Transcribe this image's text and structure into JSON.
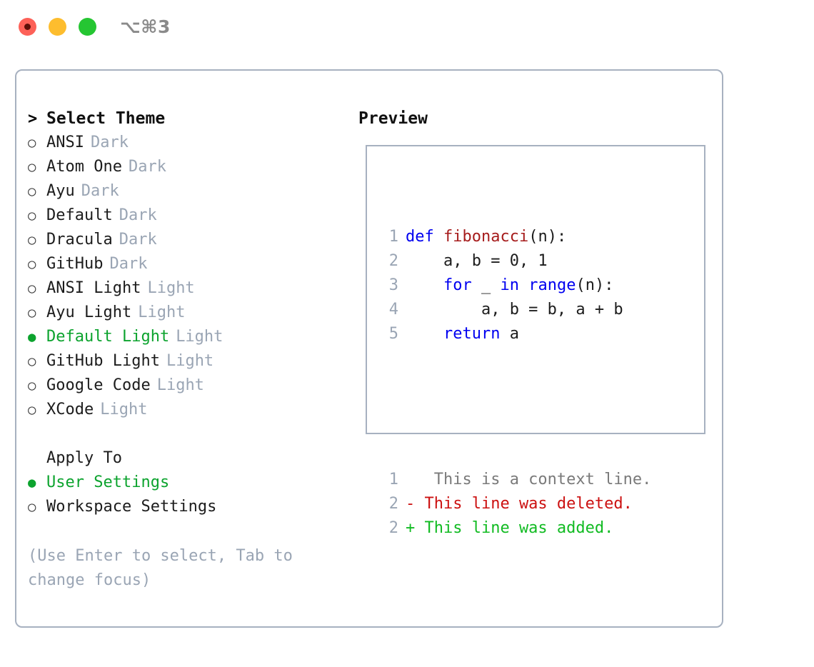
{
  "window": {
    "shortcut": "⌥⌘3",
    "traffic_lights": [
      {
        "name": "close",
        "color": "#fd6158"
      },
      {
        "name": "minimize",
        "color": "#fdbd2e"
      },
      {
        "name": "maximize",
        "color": "#25c632"
      }
    ]
  },
  "colors": {
    "accent_green": "#0ca32e",
    "muted": "#9aa5b4",
    "border": "#a7b1c0",
    "keyword_blue": "#0000f0",
    "function_red": "#a61c1c",
    "diff_delete": "#cc1111",
    "diff_add": "#11bb22",
    "diff_context": "#7a7a7a"
  },
  "theme_list": {
    "header": "Select Theme",
    "header_marker": ">",
    "marker_unselected": "○",
    "marker_selected": "●",
    "items": [
      {
        "label": "ANSI",
        "suffix": "Dark",
        "selected": false
      },
      {
        "label": "Atom One",
        "suffix": "Dark",
        "selected": false
      },
      {
        "label": "Ayu",
        "suffix": "Dark",
        "selected": false
      },
      {
        "label": "Default",
        "suffix": "Dark",
        "selected": false
      },
      {
        "label": "Dracula",
        "suffix": "Dark",
        "selected": false
      },
      {
        "label": "GitHub",
        "suffix": "Dark",
        "selected": false
      },
      {
        "label": "ANSI Light",
        "suffix": "Light",
        "selected": false
      },
      {
        "label": "Ayu Light",
        "suffix": "Light",
        "selected": false
      },
      {
        "label": "Default Light",
        "suffix": "Light",
        "selected": true
      },
      {
        "label": "GitHub Light",
        "suffix": "Light",
        "selected": false
      },
      {
        "label": "Google Code",
        "suffix": "Light",
        "selected": false
      },
      {
        "label": "XCode",
        "suffix": "Light",
        "selected": false
      }
    ]
  },
  "apply_to": {
    "title": "Apply To",
    "options": [
      {
        "label": "User Settings",
        "selected": true
      },
      {
        "label": "Workspace Settings",
        "selected": false
      }
    ]
  },
  "hint": "(Use Enter to select, Tab to change focus)",
  "preview": {
    "title": "Preview",
    "code_lines": [
      {
        "no": "1",
        "tokens": [
          {
            "t": "def ",
            "c": "kw"
          },
          {
            "t": "fibonacci",
            "c": "fn"
          },
          {
            "t": "(n):",
            "c": "pl"
          }
        ]
      },
      {
        "no": "2",
        "tokens": [
          {
            "t": "    a, b = 0, 1",
            "c": "pl"
          }
        ]
      },
      {
        "no": "3",
        "tokens": [
          {
            "t": "    ",
            "c": "pl"
          },
          {
            "t": "for",
            "c": "kw"
          },
          {
            "t": " _ ",
            "c": "pl"
          },
          {
            "t": "in",
            "c": "kw"
          },
          {
            "t": " ",
            "c": "pl"
          },
          {
            "t": "range",
            "c": "kw"
          },
          {
            "t": "(n):",
            "c": "pl"
          }
        ]
      },
      {
        "no": "4",
        "tokens": [
          {
            "t": "        a, b = b, a + b",
            "c": "pl"
          }
        ]
      },
      {
        "no": "5",
        "tokens": [
          {
            "t": "    ",
            "c": "pl"
          },
          {
            "t": "return",
            "c": "kw"
          },
          {
            "t": " a",
            "c": "pl"
          }
        ]
      }
    ],
    "diff_lines": [
      {
        "no": "1",
        "sign": " ",
        "text": "  This is a context line.",
        "kind": "ctx"
      },
      {
        "no": "2",
        "sign": "-",
        "text": " This line was deleted.",
        "kind": "del"
      },
      {
        "no": "2",
        "sign": "+",
        "text": " This line was added.",
        "kind": "add"
      }
    ]
  }
}
